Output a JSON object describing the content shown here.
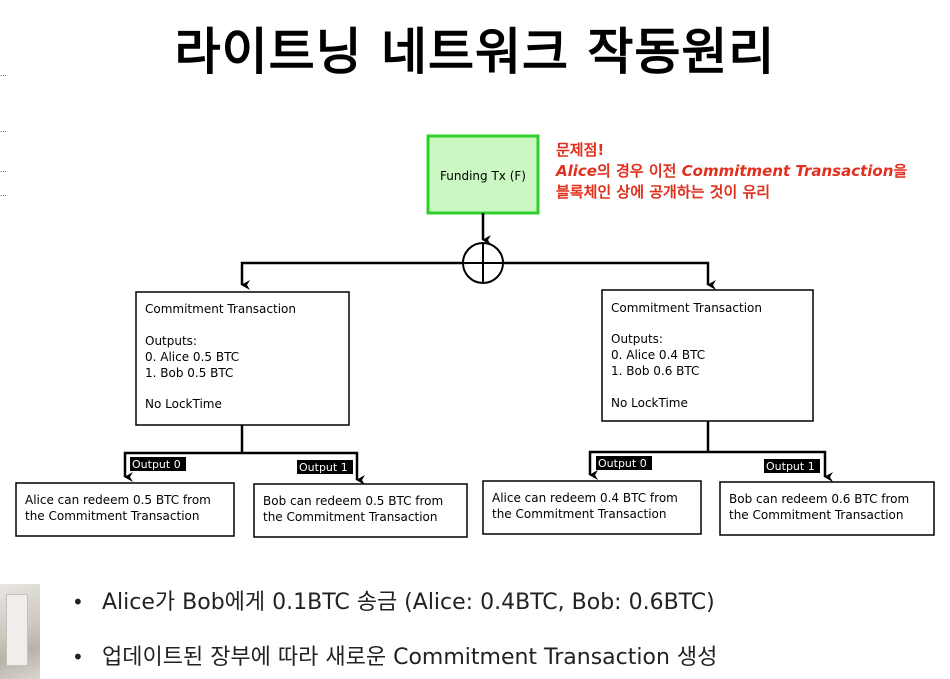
{
  "title": "라이트닝 네트워크 작동원리",
  "side_snippets": [
    "...",
    "...",
    "...",
    "..."
  ],
  "note": {
    "line1": "문제점!",
    "line2_a": "Alice",
    "line2_b": "의 경우 이전 ",
    "line2_c": "Commitment Transaction",
    "line2_d": "을",
    "line3": "블록체인 상에 공개하는 것이 유리"
  },
  "diagram": {
    "funding": "Funding Tx (F)",
    "left_commitment": {
      "title": "Commitment Transaction",
      "outputs_label": "Outputs:",
      "out0": "0. Alice 0.5 BTC",
      "out1": "1. Bob 0.5 BTC",
      "locktime": "No LockTime"
    },
    "right_commitment": {
      "title": "Commitment Transaction",
      "outputs_label": "Outputs:",
      "out0": "0. Alice 0.4 BTC",
      "out1": "1. Bob 0.6 BTC",
      "locktime": "No LockTime"
    },
    "output0_label": "Output 0",
    "output1_label": "Output 1",
    "left_redeem": {
      "alice_l1": "Alice can redeem 0.5 BTC from",
      "alice_l2": "the Commitment Transaction",
      "bob_l1": "Bob can redeem 0.5 BTC from",
      "bob_l2": "the Commitment Transaction"
    },
    "right_redeem": {
      "alice_l1": "Alice can redeem 0.4 BTC from",
      "alice_l2": "the Commitment Transaction",
      "bob_l1": "Bob can redeem 0.6 BTC from",
      "bob_l2": "the Commitment Transaction"
    }
  },
  "bullets": [
    "Alice가 Bob에게 0.1BTC 송금 (Alice: 0.4BTC, Bob: 0.6BTC)",
    "업데이트된 장부에 따라 새로운 Commitment Transaction 생성"
  ],
  "colors": {
    "funding_fill": "#cbf7c2",
    "funding_border": "#2fcf2a",
    "note": "#e0301e"
  }
}
